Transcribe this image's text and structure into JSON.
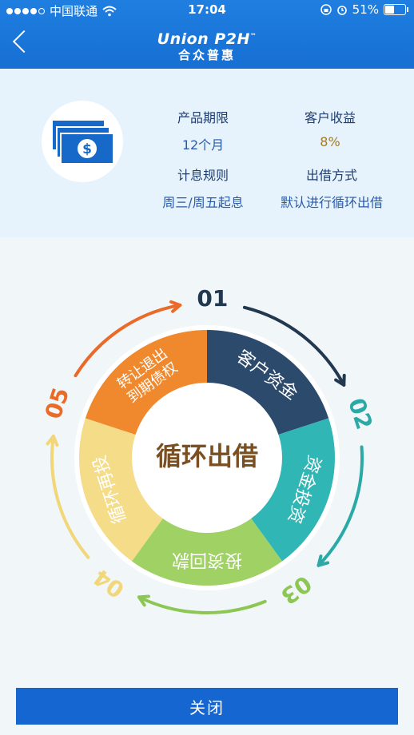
{
  "status_bar": {
    "carrier": "中国联通",
    "time": "17:04",
    "battery": "51%",
    "battery_level": 0.51
  },
  "nav": {
    "logo_en": "Union P2H",
    "logo_tm": "™",
    "logo_cn": "合众普惠"
  },
  "product": {
    "term_label": "产品期限",
    "term_value": "12个月",
    "yield_label": "客户收益",
    "yield_value": "8%",
    "interest_label": "计息规则",
    "interest_value": "周三/周五起息",
    "method_label": "出借方式",
    "method_value": "默认进行循环出借"
  },
  "cycle": {
    "center": "循环出借",
    "segments": [
      {
        "num": "01",
        "text": "客户资金",
        "color": "#2c4a6b",
        "arrow": "#22384f"
      },
      {
        "num": "02",
        "text": "资金投资",
        "color": "#30b7b5",
        "arrow": "#2aa9a7"
      },
      {
        "num": "03",
        "text": "投资回款",
        "color": "#9fd165",
        "arrow": "#8cc653"
      },
      {
        "num": "04",
        "text": "循环再投",
        "color": "#f4dc88",
        "arrow": "#f1d779"
      },
      {
        "num": "05",
        "text": "到期债权转让退出",
        "color": "#f0882e",
        "arrow": "#ea6a28"
      }
    ]
  },
  "footer": {
    "close_label": "关闭"
  },
  "colors": {
    "nav_bg": "#1f7fe0",
    "info_bg": "#e6f3fc",
    "button_bg": "#1566d1",
    "center_text": "#7a4f22"
  }
}
